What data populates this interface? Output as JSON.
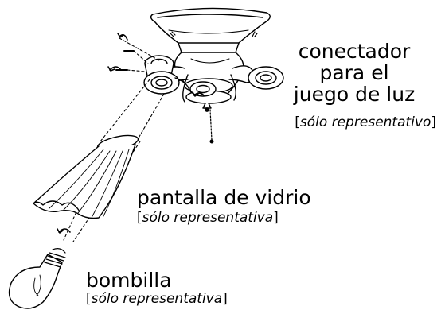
{
  "labels": {
    "connector": {
      "line1": "conectador",
      "line2": "para el",
      "line3": "juego de luz",
      "note_open": "[",
      "note": "sólo representativo",
      "note_close": "]"
    },
    "shade": {
      "name": "pantalla de vidrio",
      "note_open": "[",
      "note": "sólo representativa",
      "note_close": "]"
    },
    "bulb": {
      "name": "bombilla",
      "note_open": "[",
      "note": "sólo representativa",
      "note_close": "]"
    }
  }
}
